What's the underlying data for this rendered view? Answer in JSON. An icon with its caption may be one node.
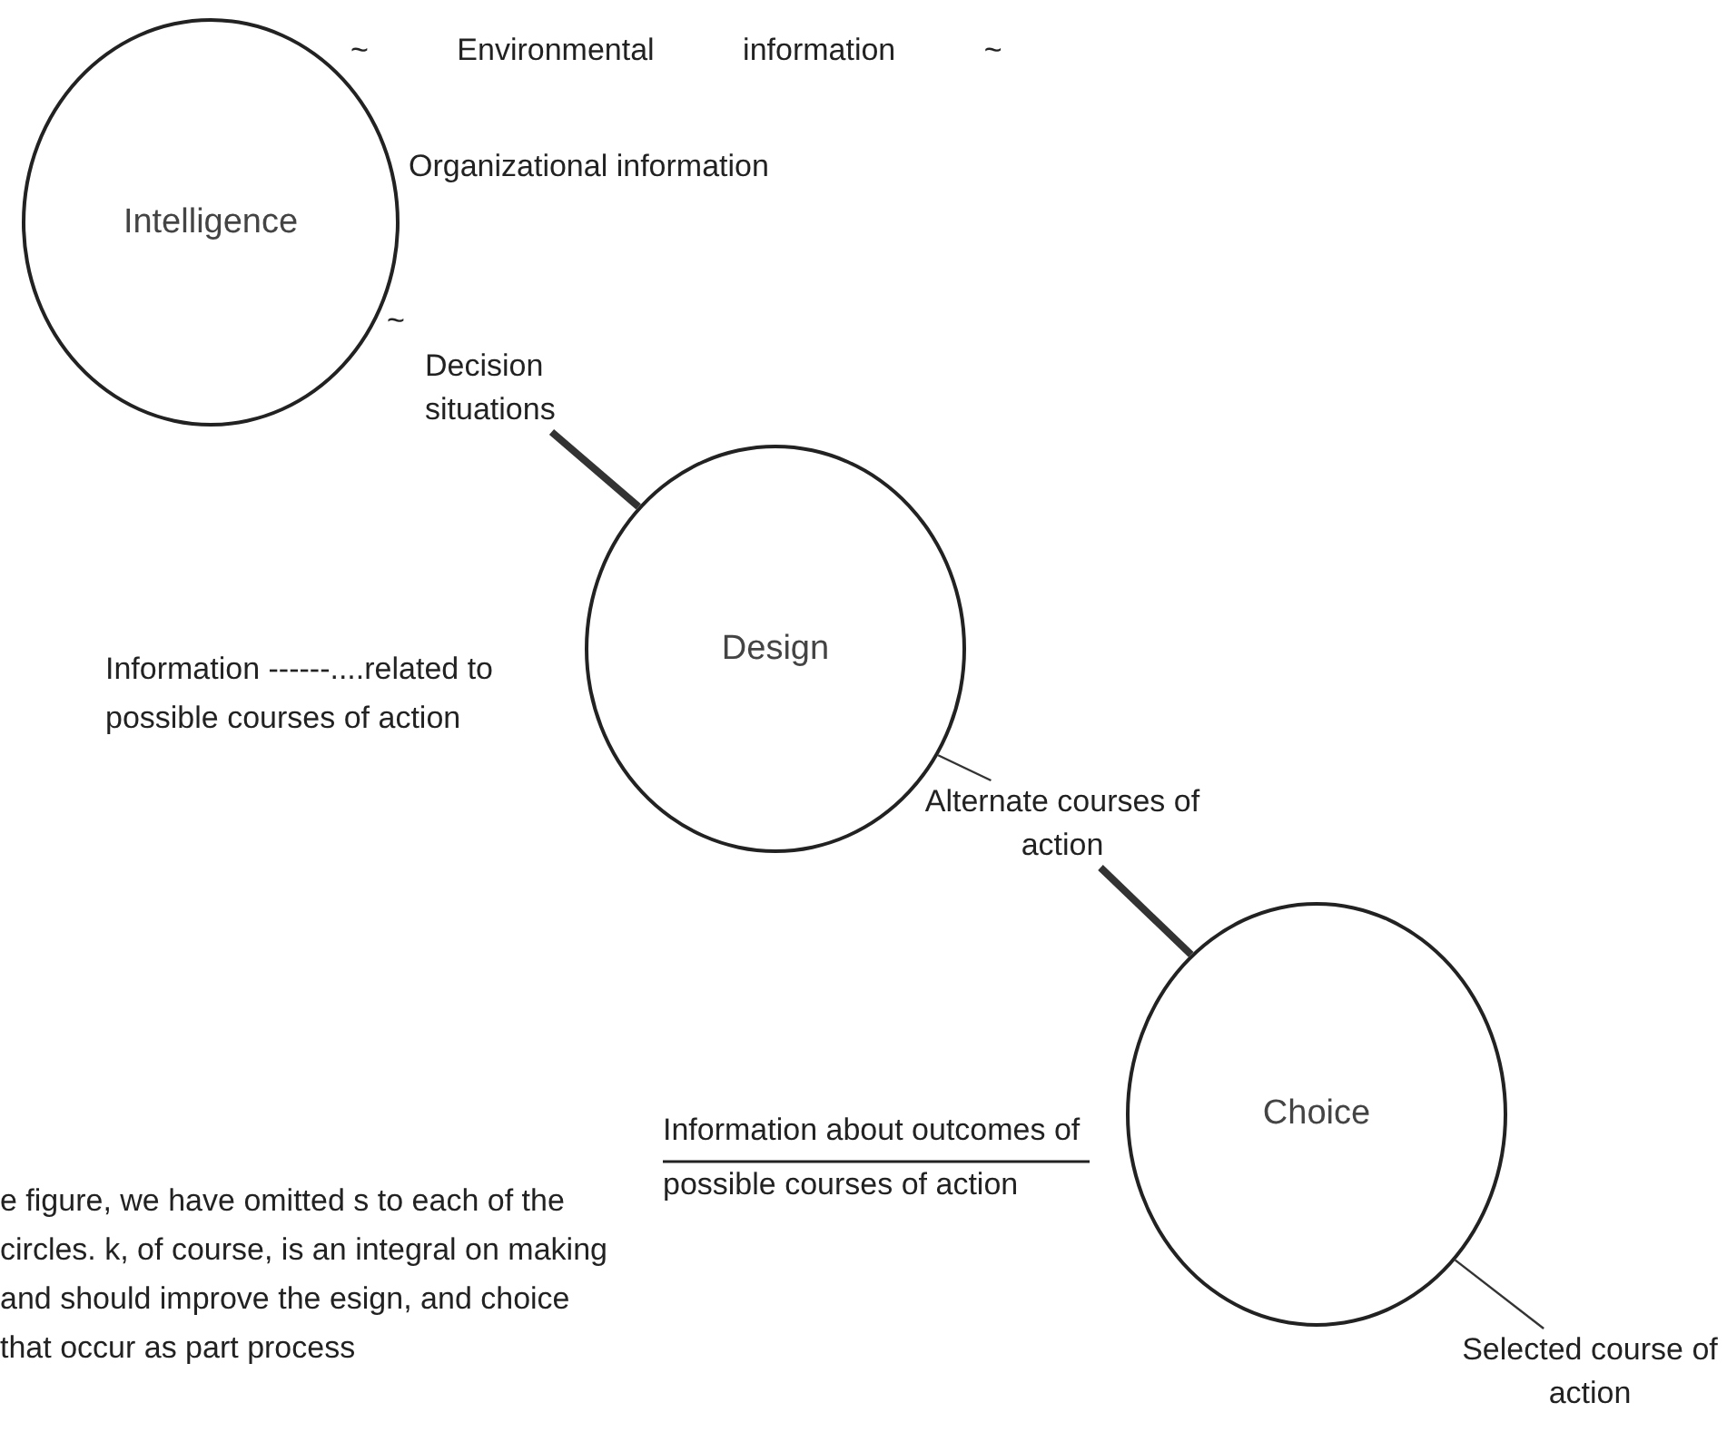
{
  "diagram": {
    "nodes": [
      {
        "text": [
          "~ Environmental information ~"
        ]
      },
      {
        "text": [
          "Intelligence"
        ]
      },
      {
        "text": [
          "Organizational information"
        ]
      },
      {
        "text": [
          "Decision situations"
        ]
      },
      {
        "text": [
          "Design"
        ]
      },
      {
        "text": [
          "Information ------....related to possible courses of action"
        ]
      },
      {
        "text": [
          "Alternate courses of action"
        ]
      },
      {
        "text": [
          "Information about outcomes of possible courses of action"
        ]
      },
      {
        "text": [
          "Choice"
        ]
      },
      {
        "text": [
          "Selected course of action"
        ]
      }
    ],
    "edges": [
      {
        "from": 3,
        "to": 4,
        "arrow": "none",
        "style": "thick"
      },
      {
        "from": 4,
        "to": 6,
        "arrow": "none"
      },
      {
        "from": 6,
        "to": 8,
        "arrow": "none",
        "style": "thick"
      },
      {
        "from": 8,
        "to": 9,
        "arrow": "none"
      }
    ],
    "labels": [
      "~",
      "e figure, we have omitted s to each of the circles. k, of course, is an integral on making and should improve the esign, and choice that occur as part process"
    ]
  }
}
